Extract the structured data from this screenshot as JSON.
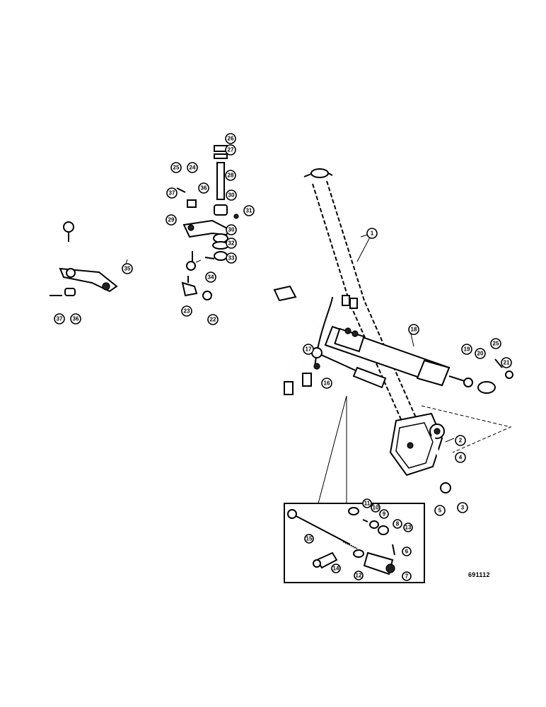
{
  "figure_number": "691112",
  "callouts": [
    {
      "id": "c1",
      "label": "1"
    },
    {
      "id": "c2",
      "label": "2"
    },
    {
      "id": "c3",
      "label": "3"
    },
    {
      "id": "c4",
      "label": "4"
    },
    {
      "id": "c5",
      "label": "5"
    },
    {
      "id": "c6",
      "label": "6"
    },
    {
      "id": "c7",
      "label": "7"
    },
    {
      "id": "c8",
      "label": "8"
    },
    {
      "id": "c9",
      "label": "9"
    },
    {
      "id": "c10",
      "label": "10"
    },
    {
      "id": "c11",
      "label": "11"
    },
    {
      "id": "c12",
      "label": "12"
    },
    {
      "id": "c13",
      "label": "13"
    },
    {
      "id": "c14",
      "label": "14"
    },
    {
      "id": "c15a",
      "label": "15"
    },
    {
      "id": "c15b",
      "label": "15"
    },
    {
      "id": "c16",
      "label": "16"
    },
    {
      "id": "c17",
      "label": "17"
    },
    {
      "id": "c18",
      "label": "18"
    },
    {
      "id": "c19",
      "label": "19"
    },
    {
      "id": "c20",
      "label": "20"
    },
    {
      "id": "c21",
      "label": "21"
    },
    {
      "id": "c22",
      "label": "22"
    },
    {
      "id": "c23",
      "label": "23"
    },
    {
      "id": "c24",
      "label": "24"
    },
    {
      "id": "c25a",
      "label": "25"
    },
    {
      "id": "c25b",
      "label": "25"
    },
    {
      "id": "c26",
      "label": "26"
    },
    {
      "id": "c27",
      "label": "27"
    },
    {
      "id": "c28",
      "label": "28"
    },
    {
      "id": "c29",
      "label": "29"
    },
    {
      "id": "c30a",
      "label": "30"
    },
    {
      "id": "c30b",
      "label": "30"
    },
    {
      "id": "c31",
      "label": "31"
    },
    {
      "id": "c32",
      "label": "32"
    },
    {
      "id": "c33",
      "label": "33"
    },
    {
      "id": "c34",
      "label": "34"
    },
    {
      "id": "c35",
      "label": "35"
    },
    {
      "id": "c36a",
      "label": "36"
    },
    {
      "id": "c36b",
      "label": "36"
    },
    {
      "id": "c37a",
      "label": "37"
    },
    {
      "id": "c37b",
      "label": "37"
    }
  ]
}
